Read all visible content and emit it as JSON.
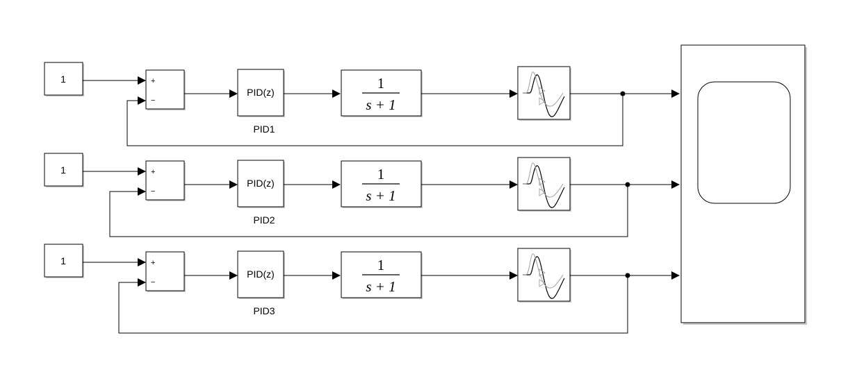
{
  "rows": [
    {
      "constant_value": "1",
      "sum_signs": [
        "+",
        "−"
      ],
      "controller_text": "PID(z)",
      "controller_name": "PID1",
      "plant_numerator": "1",
      "plant_denominator": "s + 1"
    },
    {
      "constant_value": "1",
      "sum_signs": [
        "+",
        "−"
      ],
      "controller_text": "PID(z)",
      "controller_name": "PID2",
      "plant_numerator": "1",
      "plant_denominator": "s + 1"
    },
    {
      "constant_value": "1",
      "sum_signs": [
        "+",
        "−"
      ],
      "controller_text": "PID(z)",
      "controller_name": "PID3",
      "plant_numerator": "1",
      "plant_denominator": "s + 1"
    }
  ],
  "icons": {
    "delay_block": "transport-delay-icon",
    "scope": "scope-icon"
  },
  "colors": {
    "line": "#000000",
    "block_fill": "#ffffff",
    "shadow": "#c8c8c8",
    "faded_wave": "#a0a0a0"
  }
}
